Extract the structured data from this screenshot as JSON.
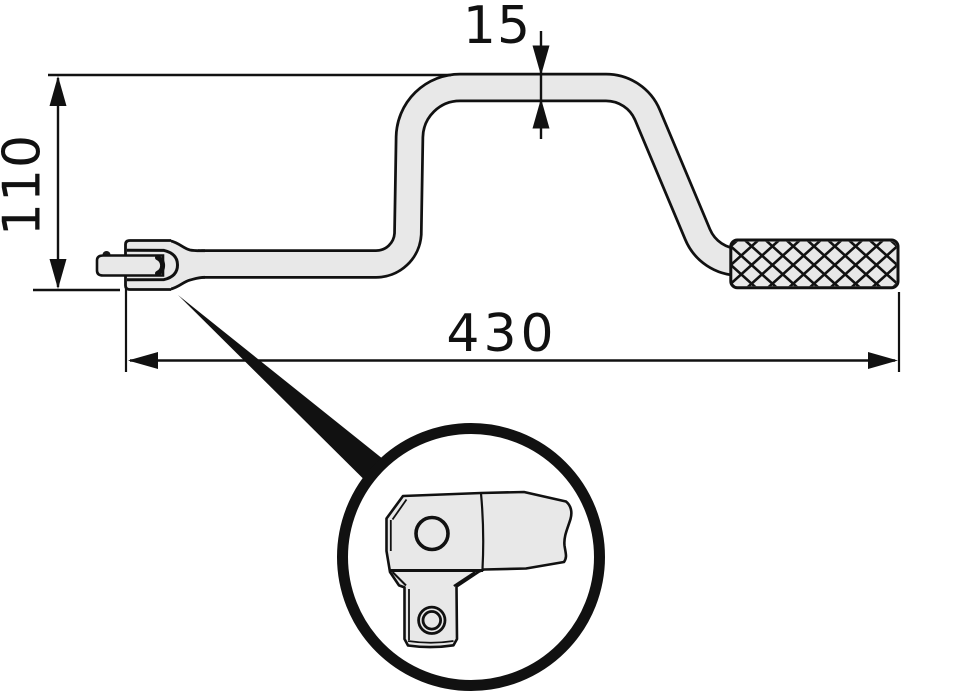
{
  "drawing": {
    "type": "technical-line-drawing",
    "subject": "speeder crank handle with knurled grip and square drive head, detail magnifier",
    "background": "#ffffff",
    "line_color": "#111111",
    "body_fill": "#e8e8e8",
    "dimensions": {
      "tube_diameter": "15",
      "crank_offset": "110",
      "overall_length": "430"
    }
  }
}
